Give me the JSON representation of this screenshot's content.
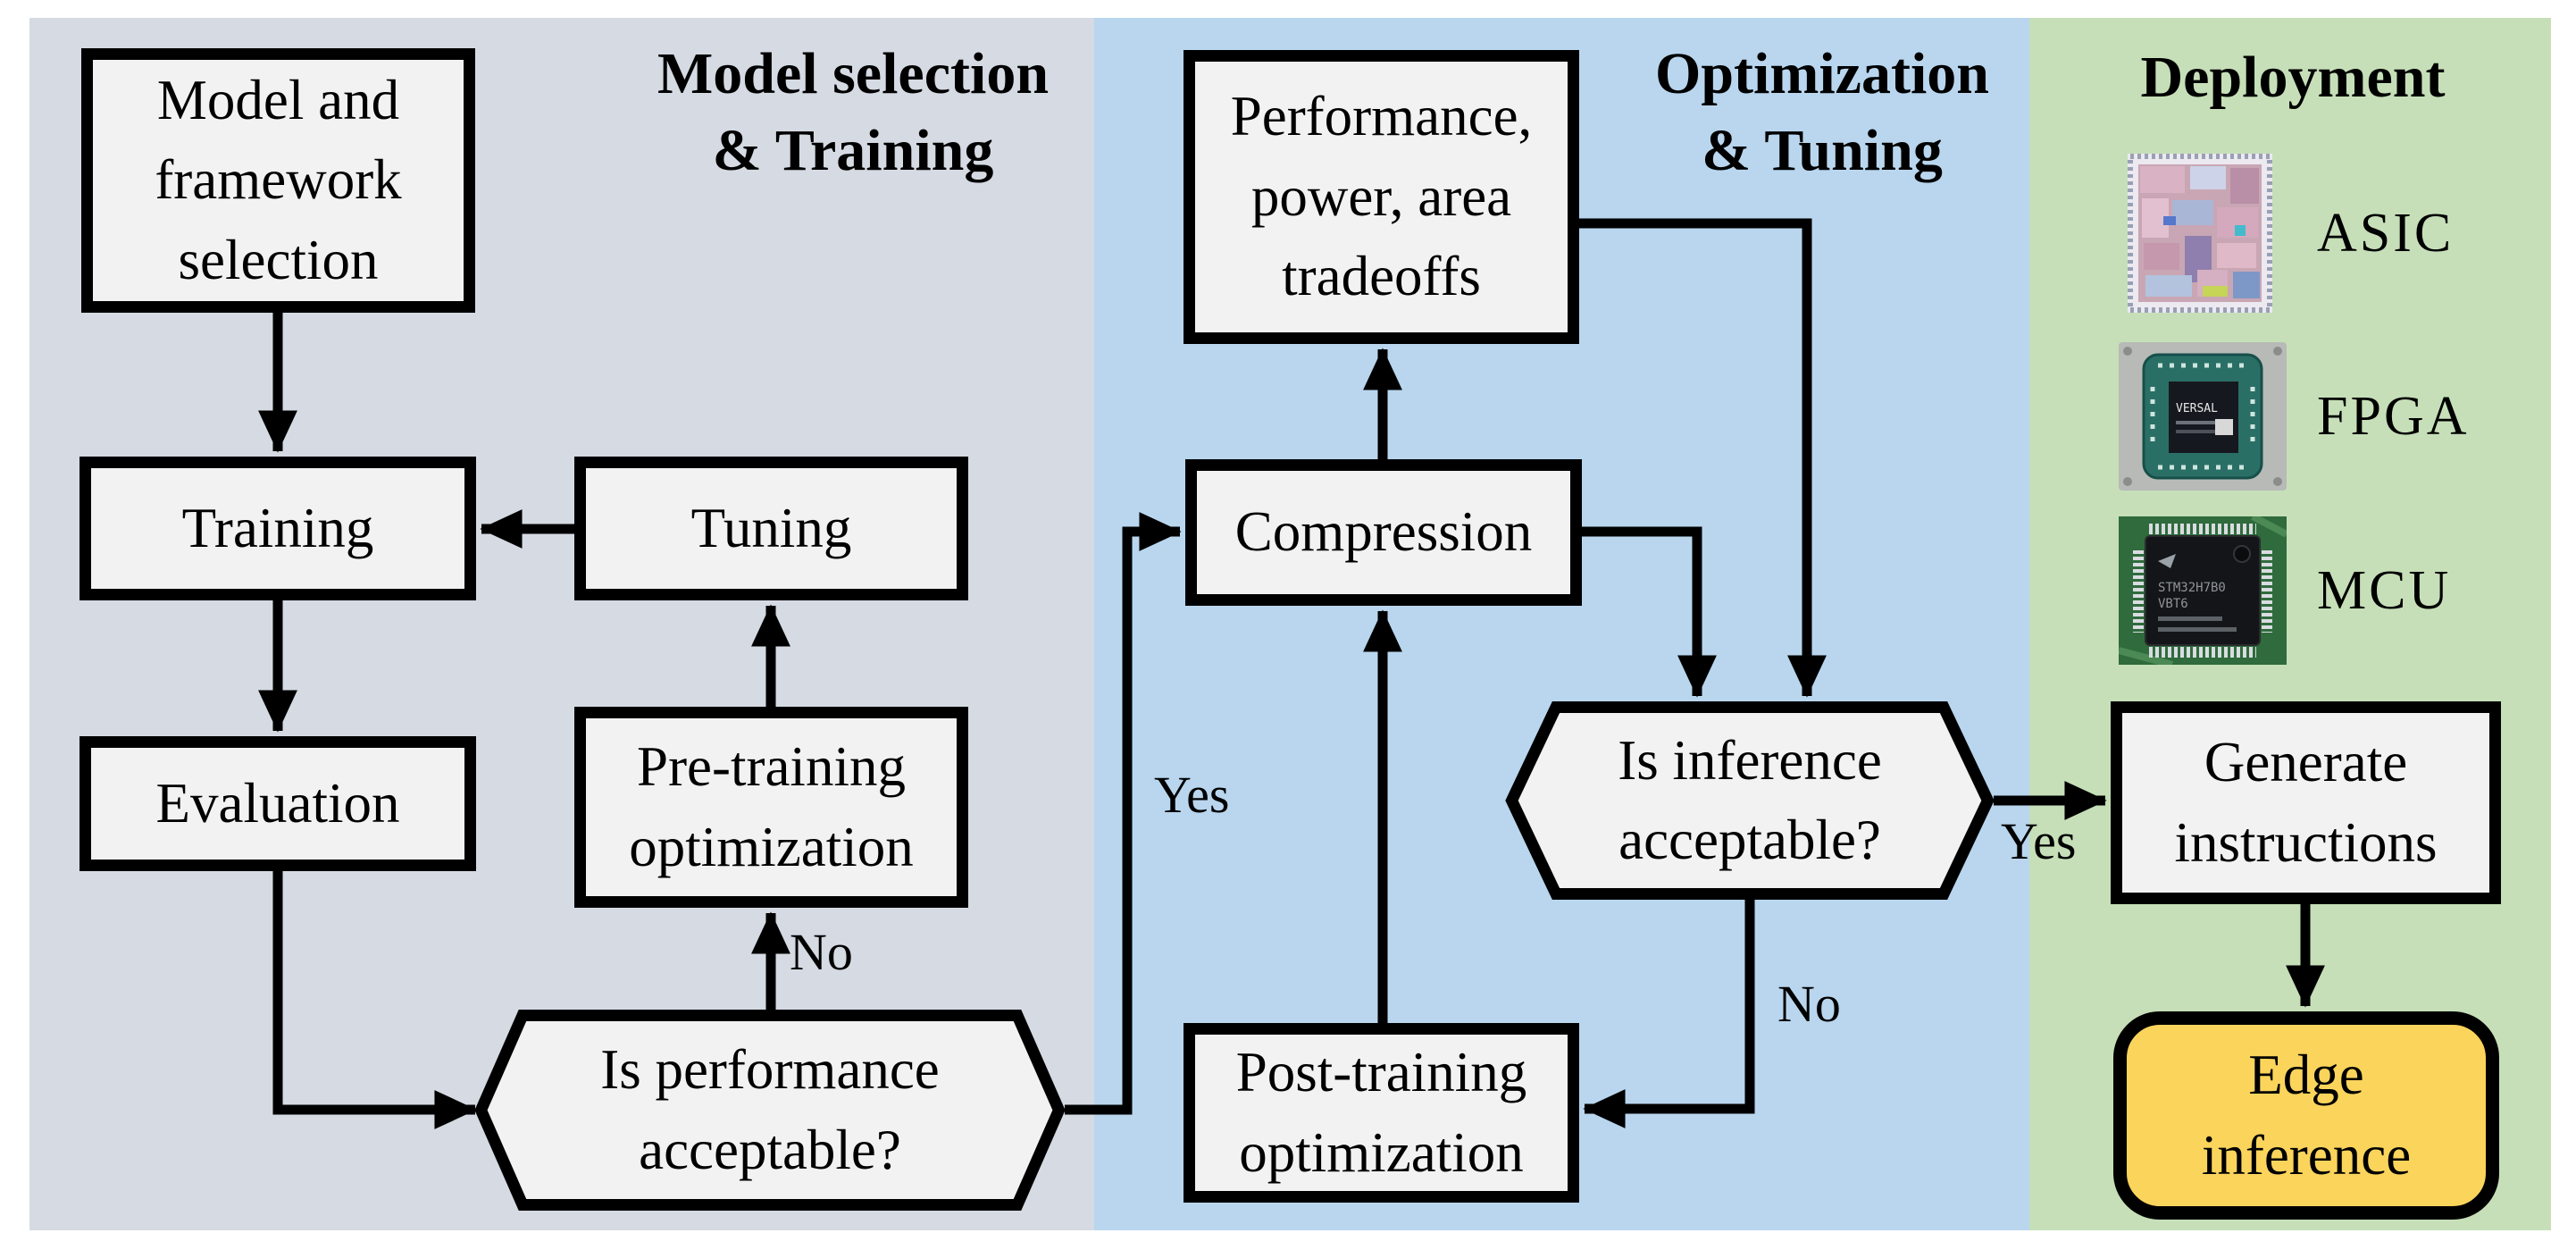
{
  "figure": {
    "type": "flowchart",
    "description": "Edge AI model deployment workflow with three phases"
  },
  "sections": [
    {
      "id": "model-selection-training",
      "label": "Model selection\n& Training",
      "bg": "#d5dae3"
    },
    {
      "id": "optimization-tuning",
      "label": "Optimization\n& Tuning",
      "bg": "#b9d6ee"
    },
    {
      "id": "deployment",
      "label": "Deployment",
      "bg": "#c6dfb8"
    }
  ],
  "nodes": {
    "model_framework": {
      "label": "Model and\nframework\nselection",
      "shape": "rect"
    },
    "training": {
      "label": "Training",
      "shape": "rect"
    },
    "tuning": {
      "label": "Tuning",
      "shape": "rect"
    },
    "evaluation": {
      "label": "Evaluation",
      "shape": "rect"
    },
    "pre_training": {
      "label": "Pre-training\noptimization",
      "shape": "rect"
    },
    "performance_check": {
      "label": "Is performance\nacceptable?",
      "shape": "hexagon"
    },
    "performance_tradeoffs": {
      "label": "Performance,\npower, area\ntradeoffs",
      "shape": "rect"
    },
    "compression": {
      "label": "Compression",
      "shape": "rect"
    },
    "post_training": {
      "label": "Post-training\noptimization",
      "shape": "rect"
    },
    "inference_check": {
      "label": "Is inference\nacceptable?",
      "shape": "hexagon"
    },
    "generate_instructions": {
      "label": "Generate\ninstructions",
      "shape": "rect"
    },
    "edge_inference": {
      "label": "Edge\ninference",
      "shape": "rounded-rect",
      "fill": "#fbd45c"
    }
  },
  "edge_labels": {
    "performance_no": "No",
    "performance_yes": "Yes",
    "inference_yes": "Yes",
    "inference_no": "No"
  },
  "hardware": [
    {
      "name": "ASIC"
    },
    {
      "name": "FPGA",
      "chip_text": "VERSAL"
    },
    {
      "name": "MCU",
      "chip_text_line1": "STM32H7B0",
      "chip_text_line2": "VBT6"
    }
  ],
  "colors": {
    "panel_training": "#d5dae3",
    "panel_optimization": "#b9d6ee",
    "panel_deployment": "#c6dfb8",
    "node_fill": "#f2f2f2",
    "node_border": "#000000",
    "edge_inference_fill": "#fbd45c"
  }
}
